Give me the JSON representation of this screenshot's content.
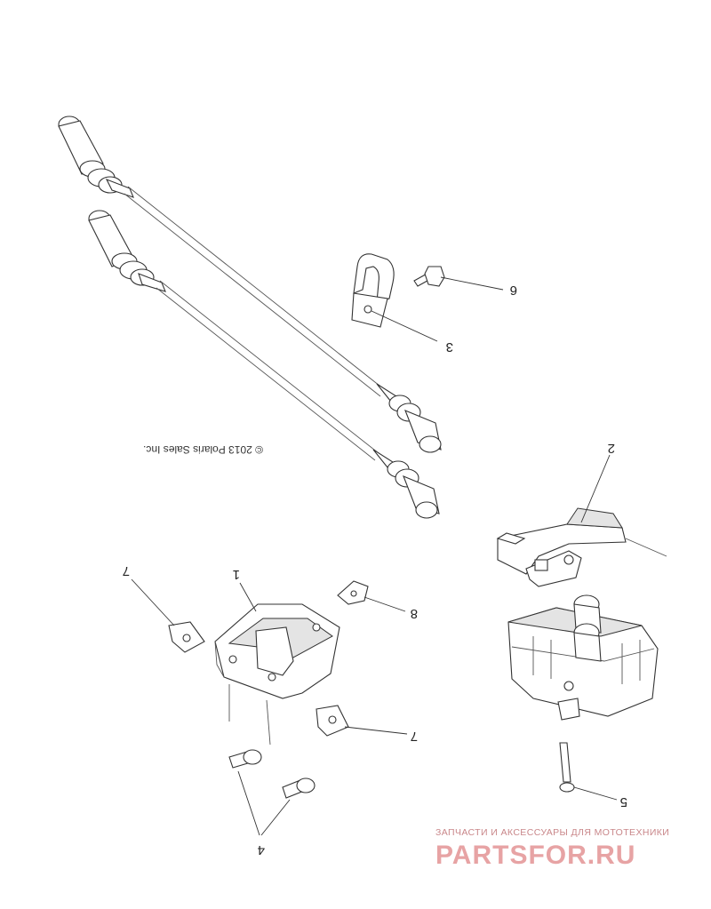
{
  "diagram": {
    "copyright": "© 2013 Polaris Sales Inc.",
    "callouts": [
      "1",
      "2",
      "3",
      "4",
      "5",
      "6",
      "7",
      "7",
      "8"
    ]
  },
  "watermark": {
    "tagline": "ЗАПЧАСТИ И АКСЕССУАРЫ ДЛЯ МОТОТЕХНИКИ",
    "logo_text": "PARTSFOR.RU",
    "color": "#e7a3a4"
  }
}
